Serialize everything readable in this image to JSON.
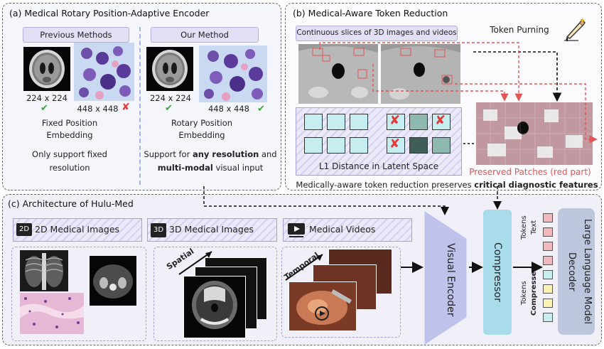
{
  "panel_a": {
    "title": "(a) Medical Rotary Position-Adaptive Encoder",
    "previous": {
      "header": "Previous Methods",
      "size_small": "224 x 224",
      "size_large": "448 x 448",
      "embedding": [
        "Fixed Position",
        "Embedding"
      ],
      "note": [
        "Only support fixed",
        "resolution"
      ]
    },
    "ours": {
      "header": "Our Method",
      "size_small": "224 x 224",
      "size_large": "448 x 448",
      "embedding": [
        "Rotary Position",
        "Embedding"
      ],
      "note_line1_pre": "Support for ",
      "note_line1_bold": "any resolution",
      "note_line1_post": " and",
      "note_line2_bold": "multi-modal",
      "note_line2_post": " visual input"
    }
  },
  "panel_b": {
    "title": "(b) Medical-Aware Token Reduction",
    "slices_label": "Continuous slices of 3D images and videos",
    "token_purning": "Token Purning",
    "latent_label": "L1 Distance in Latent Space",
    "preserved": "Preserved Patches (red part)",
    "caption_pre": "Medically-aware token reduction preserves ",
    "caption_bold": "critical diagnostic features"
  },
  "panel_c": {
    "title": "(c) Architecture of Hulu-Med",
    "mod_2d": "2D Medical Images",
    "mod_3d": "3D Medical Images",
    "mod_video": "Medical Videos",
    "icon_2d": "2D",
    "icon_3d": "3D",
    "spatial": "Spatial",
    "temporal": "Temporal",
    "visual_encoder": "Visual Encoder",
    "compressor": "Compressor",
    "text_tokens": [
      "Text",
      "Tokens"
    ],
    "compressed_tokens": [
      "Compressed",
      "Tokens"
    ],
    "llm": [
      "Large Language Model",
      "Decoder"
    ]
  },
  "colors": {
    "accent_purple": "#b5acdc",
    "compressor_blue": "#a9dcea",
    "llm_bg": "#bcc6dd",
    "red_arrow": "#e25555",
    "text_token": "#f4b8bc",
    "compressed_token_cyan": "#c6eef0",
    "compressed_token_yellow": "#fbf2b4"
  }
}
